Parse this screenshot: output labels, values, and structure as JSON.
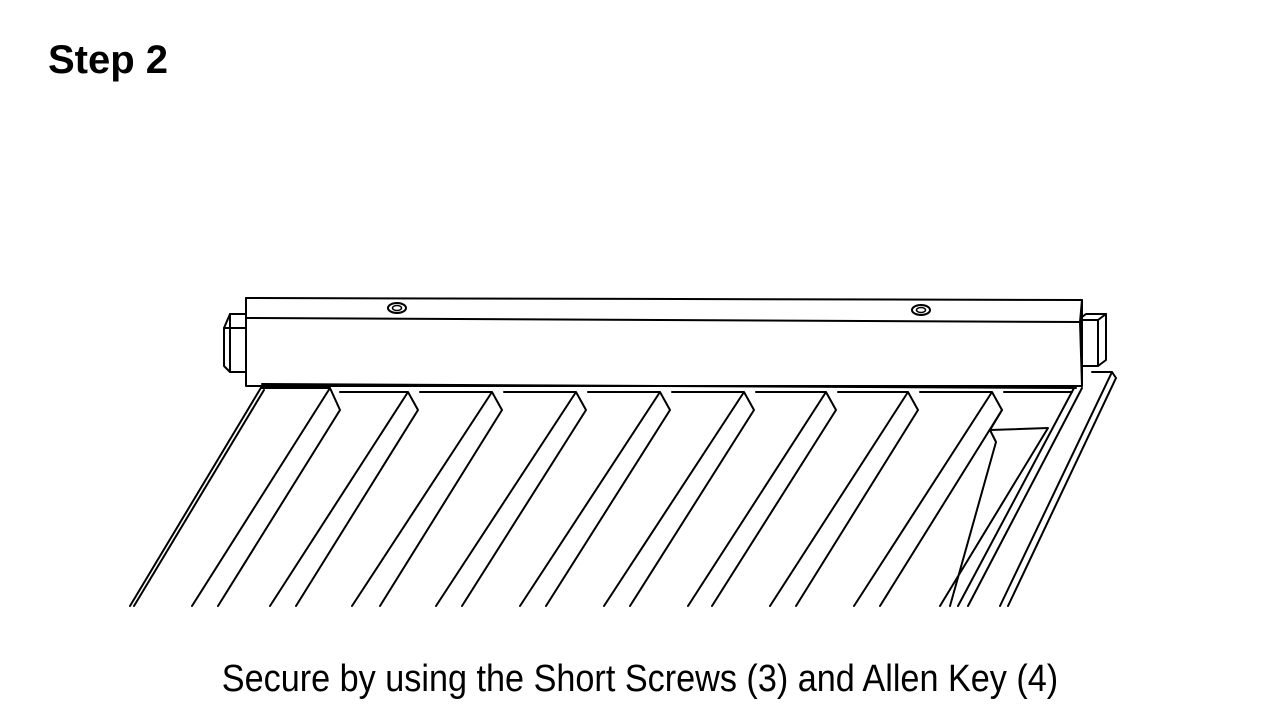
{
  "step": {
    "title": "Step 2"
  },
  "instruction": {
    "text": "Secure by using the Short Screws (3) and Allen Key (4)"
  },
  "diagram": {
    "parts": [
      "top-rail",
      "slats",
      "side-posts",
      "screw-holes"
    ],
    "screw_hole_count": 2,
    "slat_count": 9,
    "line_color": "#000000",
    "background_color": "#ffffff"
  }
}
